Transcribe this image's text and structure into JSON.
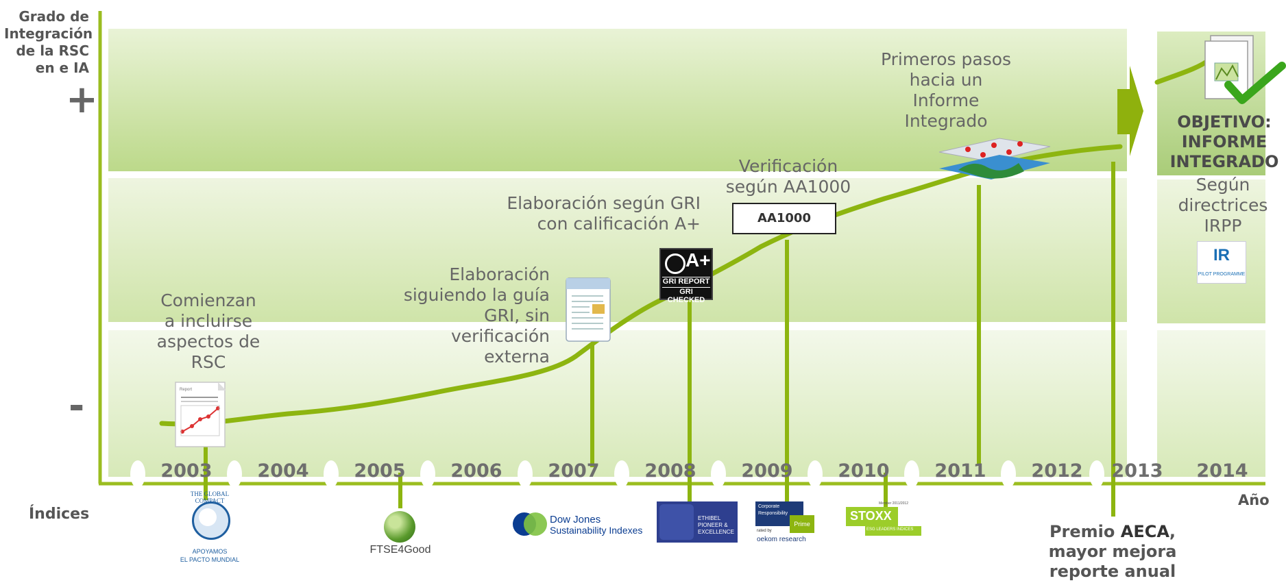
{
  "y_axis": {
    "label": "Grado de\nIntegración\nde la RSC\nen e IA",
    "plus": "+",
    "minus": "-"
  },
  "x_axis": {
    "label": "Año",
    "years": [
      "2003",
      "2004",
      "2005",
      "2006",
      "2007",
      "2008",
      "2009",
      "2010",
      "2011",
      "2012",
      "2013",
      "2014"
    ]
  },
  "indices_label": "Índices",
  "milestones": [
    {
      "year": "2003",
      "text": "Comienzan\na incluirse\naspectos de\nRSC"
    },
    {
      "year": "2007",
      "text": "Elaboración\nsiguiendo la guía\nGRI, sin\nverificación\nexterna"
    },
    {
      "year": "2008",
      "text": "Elaboración según GRI\ncon calificación A+"
    },
    {
      "year": "2009",
      "text": "Verificación\nsegún AA1000"
    },
    {
      "year": "2011",
      "text": "Primeros pasos\nhacia un\nInforme\nIntegrado"
    }
  ],
  "aa1000_label": "AA1000",
  "gri_badge": {
    "top": "A+",
    "line1": "GRI REPORT",
    "line2": "GRI CHECKED"
  },
  "report_doc_label": "Report",
  "objective": {
    "title": "OBJETIVO:\nINFORME\nINTEGRADO",
    "subtitle": "Según\ndirectrices\nIRPP",
    "ir_logo": "IR",
    "ir_caption": "PILOT PROGRAMME"
  },
  "premio": {
    "prefix": "Premio ",
    "bold": "AECA",
    "rest": ", mayor mejora reporte anual"
  },
  "index_logos": {
    "global_compact": {
      "ring": "THE GLOBAL COMPACT",
      "line1": "APOYAMOS",
      "line2": "EL PACTO MUNDIAL"
    },
    "ftse": "FTSE4Good",
    "dow_jones": {
      "line1": "Dow Jones",
      "line2": "Sustainability Indexes"
    },
    "ethibel": {
      "line1": "ETHIBEL",
      "line2": "PIONEER &",
      "line3": "EXCELLENCE"
    },
    "oekom": {
      "line1": "Corporate",
      "line2": "Responsibility",
      "badge": "Prime",
      "rated": "rated by",
      "brand": "oekom research"
    },
    "stoxx": {
      "brand": "STOXX",
      "member": "Member 2011/2012",
      "caption": "ESG LEADERS INDICES"
    }
  },
  "colors": {
    "band_light": "#e8f1d4",
    "band_mid": "#cfe3a8",
    "line_green": "#8db510",
    "axis_green": "#9bbd20",
    "arrow_green": "#8fb10d",
    "text_gray": "#666666"
  },
  "icons": [
    "report-document-icon",
    "gri-badge-icon",
    "map-layers-icon",
    "integrated-report-check-icon",
    "ir-logo-icon"
  ]
}
